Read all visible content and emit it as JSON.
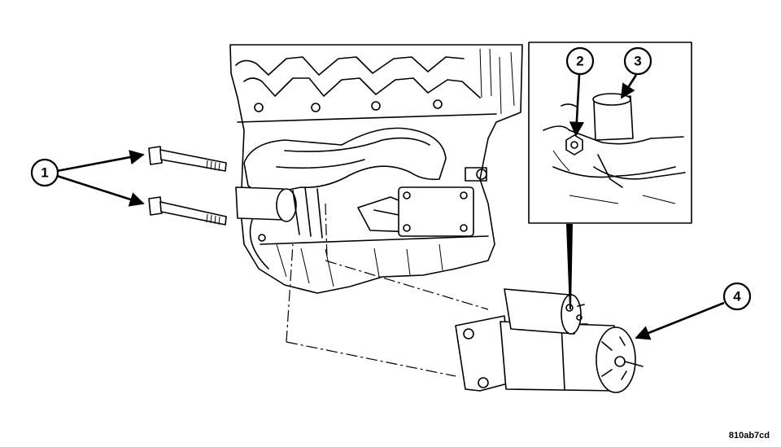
{
  "callouts": {
    "c1": "1",
    "c2": "2",
    "c3": "3",
    "c4": "4"
  },
  "figure_id": "810ab7cd"
}
